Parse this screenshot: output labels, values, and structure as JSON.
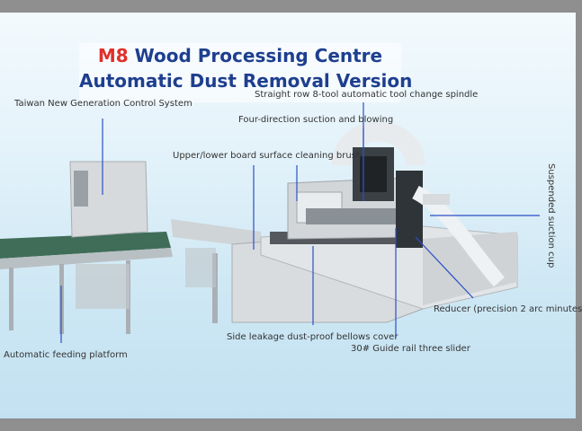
{
  "title": {
    "line1_accent": "M8",
    "line1_rest": " Wood Processing Centre",
    "line2": "Automatic Dust Removal Version"
  },
  "labels": {
    "control_system": "Taiwan New Generation Control System",
    "spindle": "Straight row 8-tool automatic tool change spindle",
    "suction_blowing": "Four-direction suction and blowing",
    "cleaning_brush": "Upper/lower board surface cleaning brush",
    "suction_cup": "Suspended suction cup",
    "reducer": "Reducer (precision 2 arc minutes",
    "bellows": "Side leakage dust-proof bellows cover",
    "guide_rail": "30# Guide rail three slider",
    "feeding": "Automatic feeding platform"
  },
  "colors": {
    "title": "#1e3f8f",
    "accent": "#e0302a",
    "leader_line": "#2b4fc7"
  }
}
